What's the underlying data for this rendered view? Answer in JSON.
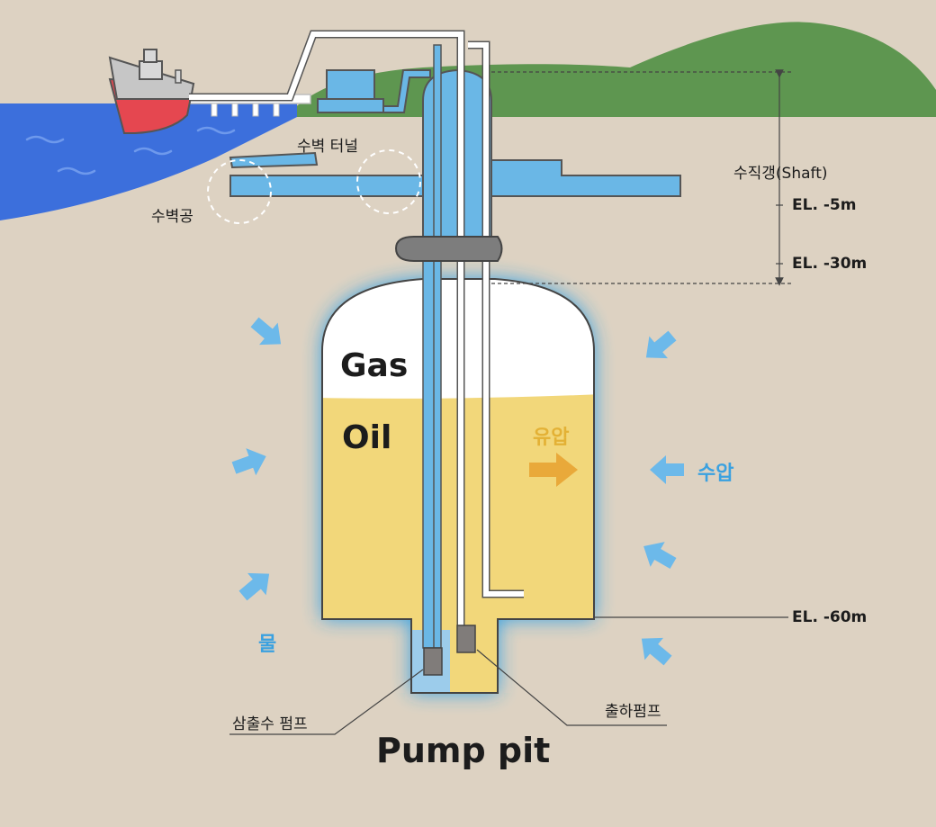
{
  "colors": {
    "ground": "#ddd2c2",
    "sea": "#3c6fdc",
    "hill": "#5e9650",
    "cavern_blue": "#6ab7e6",
    "oil": "#f2d77a",
    "gas": "#ffffff",
    "glow": "#2a9fe6",
    "arrow_blue": "#6cb9ea",
    "arrow_gold": "#e9a93a",
    "pump": "#807c7a"
  },
  "labels": {
    "water_tunnel": "수벽 터널",
    "water_curtain_hole": "수벽공",
    "shaft": "수직갱(Shaft)",
    "el_5": "EL. -5m",
    "el_30": "EL. -30m",
    "el_60": "EL. -60m",
    "gas": "Gas",
    "oil": "Oil",
    "oil_pressure": "유압",
    "water_pressure": "수압",
    "water": "물",
    "seepage_pump": "삼출수 펌프",
    "shipping_pump": "출하펌프",
    "pump_pit": "Pump pit"
  },
  "icons": {
    "ship": "tanker-ship-icon",
    "water_arrow": "arrow-icon",
    "oil_arrow": "arrow-right-icon"
  }
}
